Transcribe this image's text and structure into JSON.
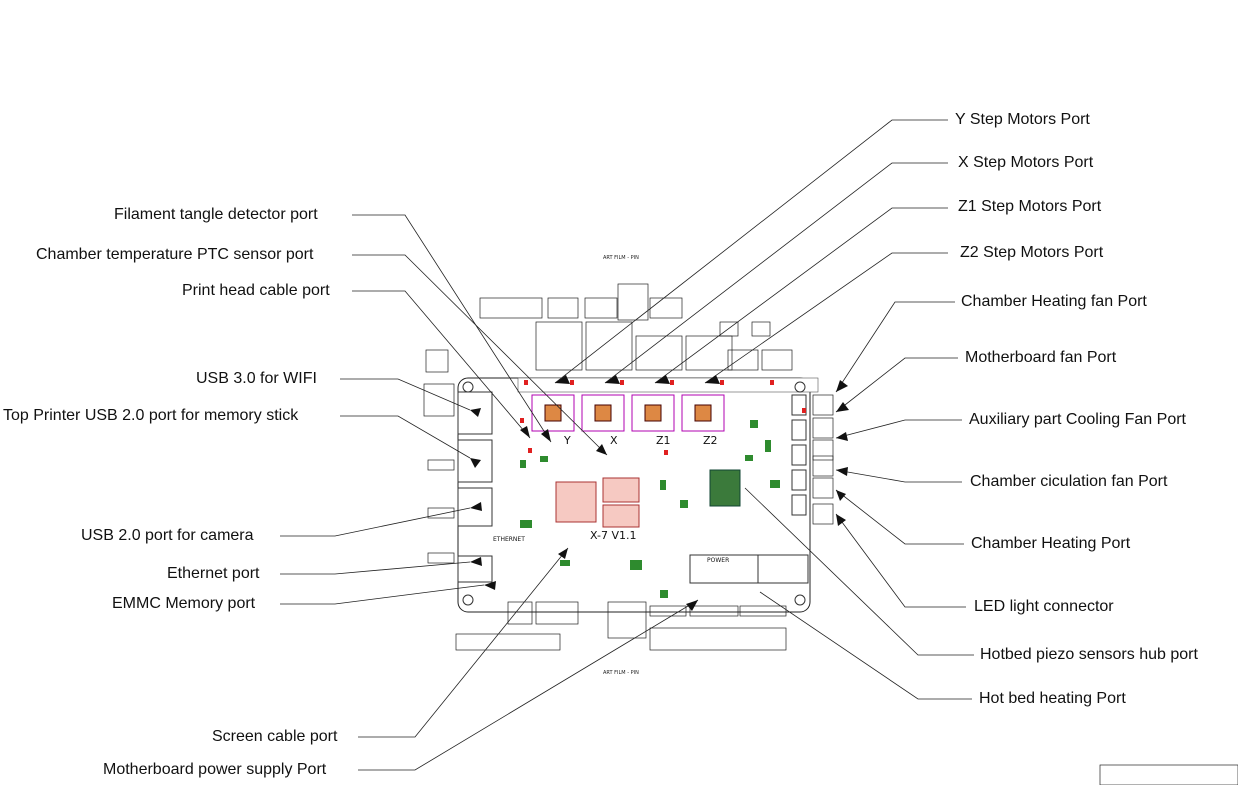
{
  "labels": {
    "y_step": "Y Step Motors Port",
    "x_step": "X Step Motors Port",
    "z1_step": "Z1 Step Motors Port",
    "z2_step": "Z2 Step Motors Port",
    "chamber_heating_fan": "Chamber Heating fan Port",
    "motherboard_fan": "Motherboard fan Port",
    "aux_cooling_fan": "Auxiliary part Cooling Fan Port",
    "chamber_circulation_fan": "Chamber ciculation fan Port",
    "chamber_heating": "Chamber Heating Port",
    "led_connector": "LED light connector",
    "hotbed_piezo": "Hotbed piezo sensors hub port",
    "hotbed_heating": "Hot bed heating Port",
    "filament_tangle": "Filament tangle detector port",
    "chamber_ptc": "Chamber temperature PTC sensor port",
    "print_head_cable": "Print head cable port",
    "usb3_wifi": "USB 3.0 for WIFI",
    "top_usb2": "Top Printer USB 2.0 port for memory stick",
    "usb2_camera": "USB 2.0 port for camera",
    "ethernet": "Ethernet port",
    "emmc": "EMMC Memory port",
    "screen_cable": "Screen cable port",
    "mb_power": "Motherboard power supply Port"
  },
  "board": {
    "film_top": "ART FILM - PIN",
    "film_bottom": "ART FILM - PIN",
    "motor_y": "Y",
    "motor_x": "X",
    "motor_z1": "Z1",
    "motor_z2": "Z2",
    "board_name": "X-7 V1.1",
    "ethernet_tag": "ETHERNET",
    "power_tag": "POWER"
  }
}
